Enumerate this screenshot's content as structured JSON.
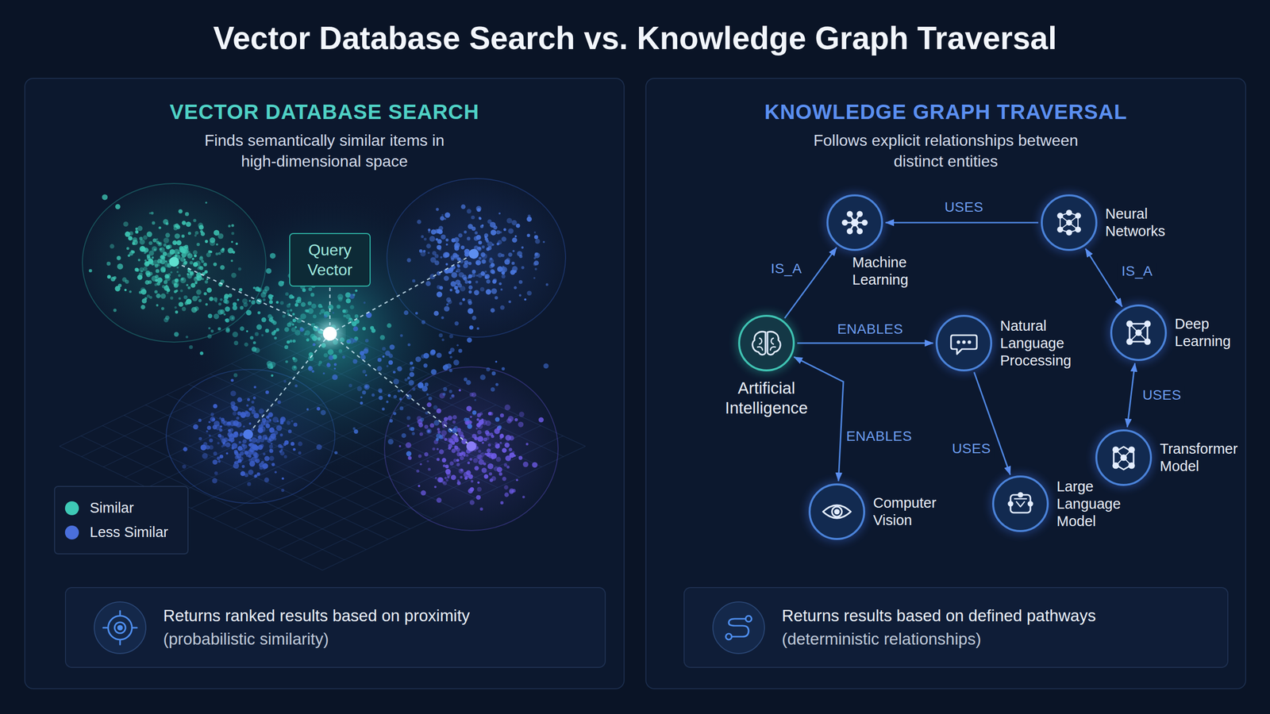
{
  "diagram": {
    "title": "Vector Database Search vs. Knowledge Graph Traversal",
    "nodes": [
      {
        "text": [
          "VECTOR DATABASE SEARCH",
          "Finds semantically similar items in high-dimensional space"
        ]
      },
      {
        "text": [
          "Query Vector"
        ],
        "in": 0
      },
      {
        "text": [
          "Returns ranked results based on proximity",
          "(probabilistic similarity)"
        ],
        "in": 0
      },
      {
        "text": [
          "KNOWLEDGE GRAPH TRAVERSAL",
          "Follows explicit relationships between distinct entities"
        ]
      },
      {
        "text": [
          "Machine Learning"
        ],
        "in": 3
      },
      {
        "text": [
          "Neural Networks"
        ],
        "in": 3
      },
      {
        "text": [
          "Artificial Intelligence"
        ],
        "in": 3
      },
      {
        "text": [
          "Natural Language Processing"
        ],
        "in": 3
      },
      {
        "text": [
          "Deep Learning"
        ],
        "in": 3
      },
      {
        "text": [
          "Transformer Model"
        ],
        "in": 3
      },
      {
        "text": [
          "Computer Vision"
        ],
        "in": 3
      },
      {
        "text": [
          "Large Language Model"
        ],
        "in": 3
      },
      {
        "text": [
          "Returns results based on defined pathways",
          "(deterministic relationships)"
        ],
        "in": 3
      }
    ],
    "edges": [
      {
        "from": 5,
        "to": 4,
        "label": "USES",
        "arrow": "to"
      },
      {
        "from": 6,
        "to": 4,
        "label": "IS_A",
        "arrow": "to"
      },
      {
        "from": 5,
        "to": 8,
        "label": "IS_A",
        "arrow": "both"
      },
      {
        "from": 6,
        "to": 7,
        "label": "ENABLES",
        "arrow": "to"
      },
      {
        "from": 8,
        "to": 9,
        "label": "USES",
        "arrow": "both"
      },
      {
        "from": 6,
        "to": 10,
        "label": "ENABLES",
        "arrow": "both"
      },
      {
        "from": 7,
        "to": 11,
        "label": "USES",
        "arrow": "to"
      }
    ],
    "legend": [
      {
        "text": "Similar",
        "color": "#3ec9b6"
      },
      {
        "text": "Less Similar",
        "color": "#4a6fdc"
      }
    ]
  }
}
